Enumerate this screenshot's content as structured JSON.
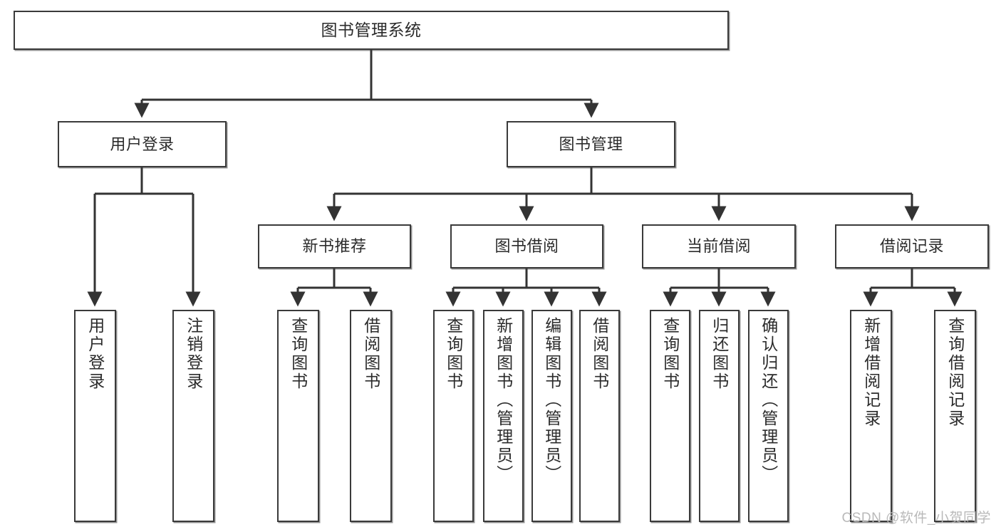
{
  "diagram": {
    "title": "图书管理系统",
    "type": "tree-hierarchy",
    "watermark": "CSDN @软件_小贺同学",
    "colors": {
      "box_border": "#3a3a3a",
      "box_fill": "#ffffff",
      "connector": "#333333",
      "text": "#2b2b2b",
      "watermark": "#b9b9b9"
    },
    "root": {
      "label": "图书管理系统"
    },
    "level2": [
      {
        "label": "用户登录"
      },
      {
        "label": "图书管理"
      }
    ],
    "level3": [
      {
        "label": "新书推荐"
      },
      {
        "label": "图书借阅"
      },
      {
        "label": "当前借阅"
      },
      {
        "label": "借阅记录"
      }
    ],
    "leaves": {
      "user_login": [
        {
          "label": "用户登录"
        },
        {
          "label": "注销登录"
        }
      ],
      "new_book_recommend": [
        {
          "label": "查询图书"
        },
        {
          "label": "借阅图书"
        }
      ],
      "book_borrow": [
        {
          "label": "查询图书"
        },
        {
          "label": "新增图书（管理员）"
        },
        {
          "label": "编辑图书（管理员）"
        },
        {
          "label": "借阅图书"
        }
      ],
      "current_borrow": [
        {
          "label": "查询图书"
        },
        {
          "label": "归还图书"
        },
        {
          "label": "确认归还（管理员）"
        }
      ],
      "borrow_record": [
        {
          "label": "新增借阅记录"
        },
        {
          "label": "查询借阅记录"
        }
      ]
    }
  }
}
